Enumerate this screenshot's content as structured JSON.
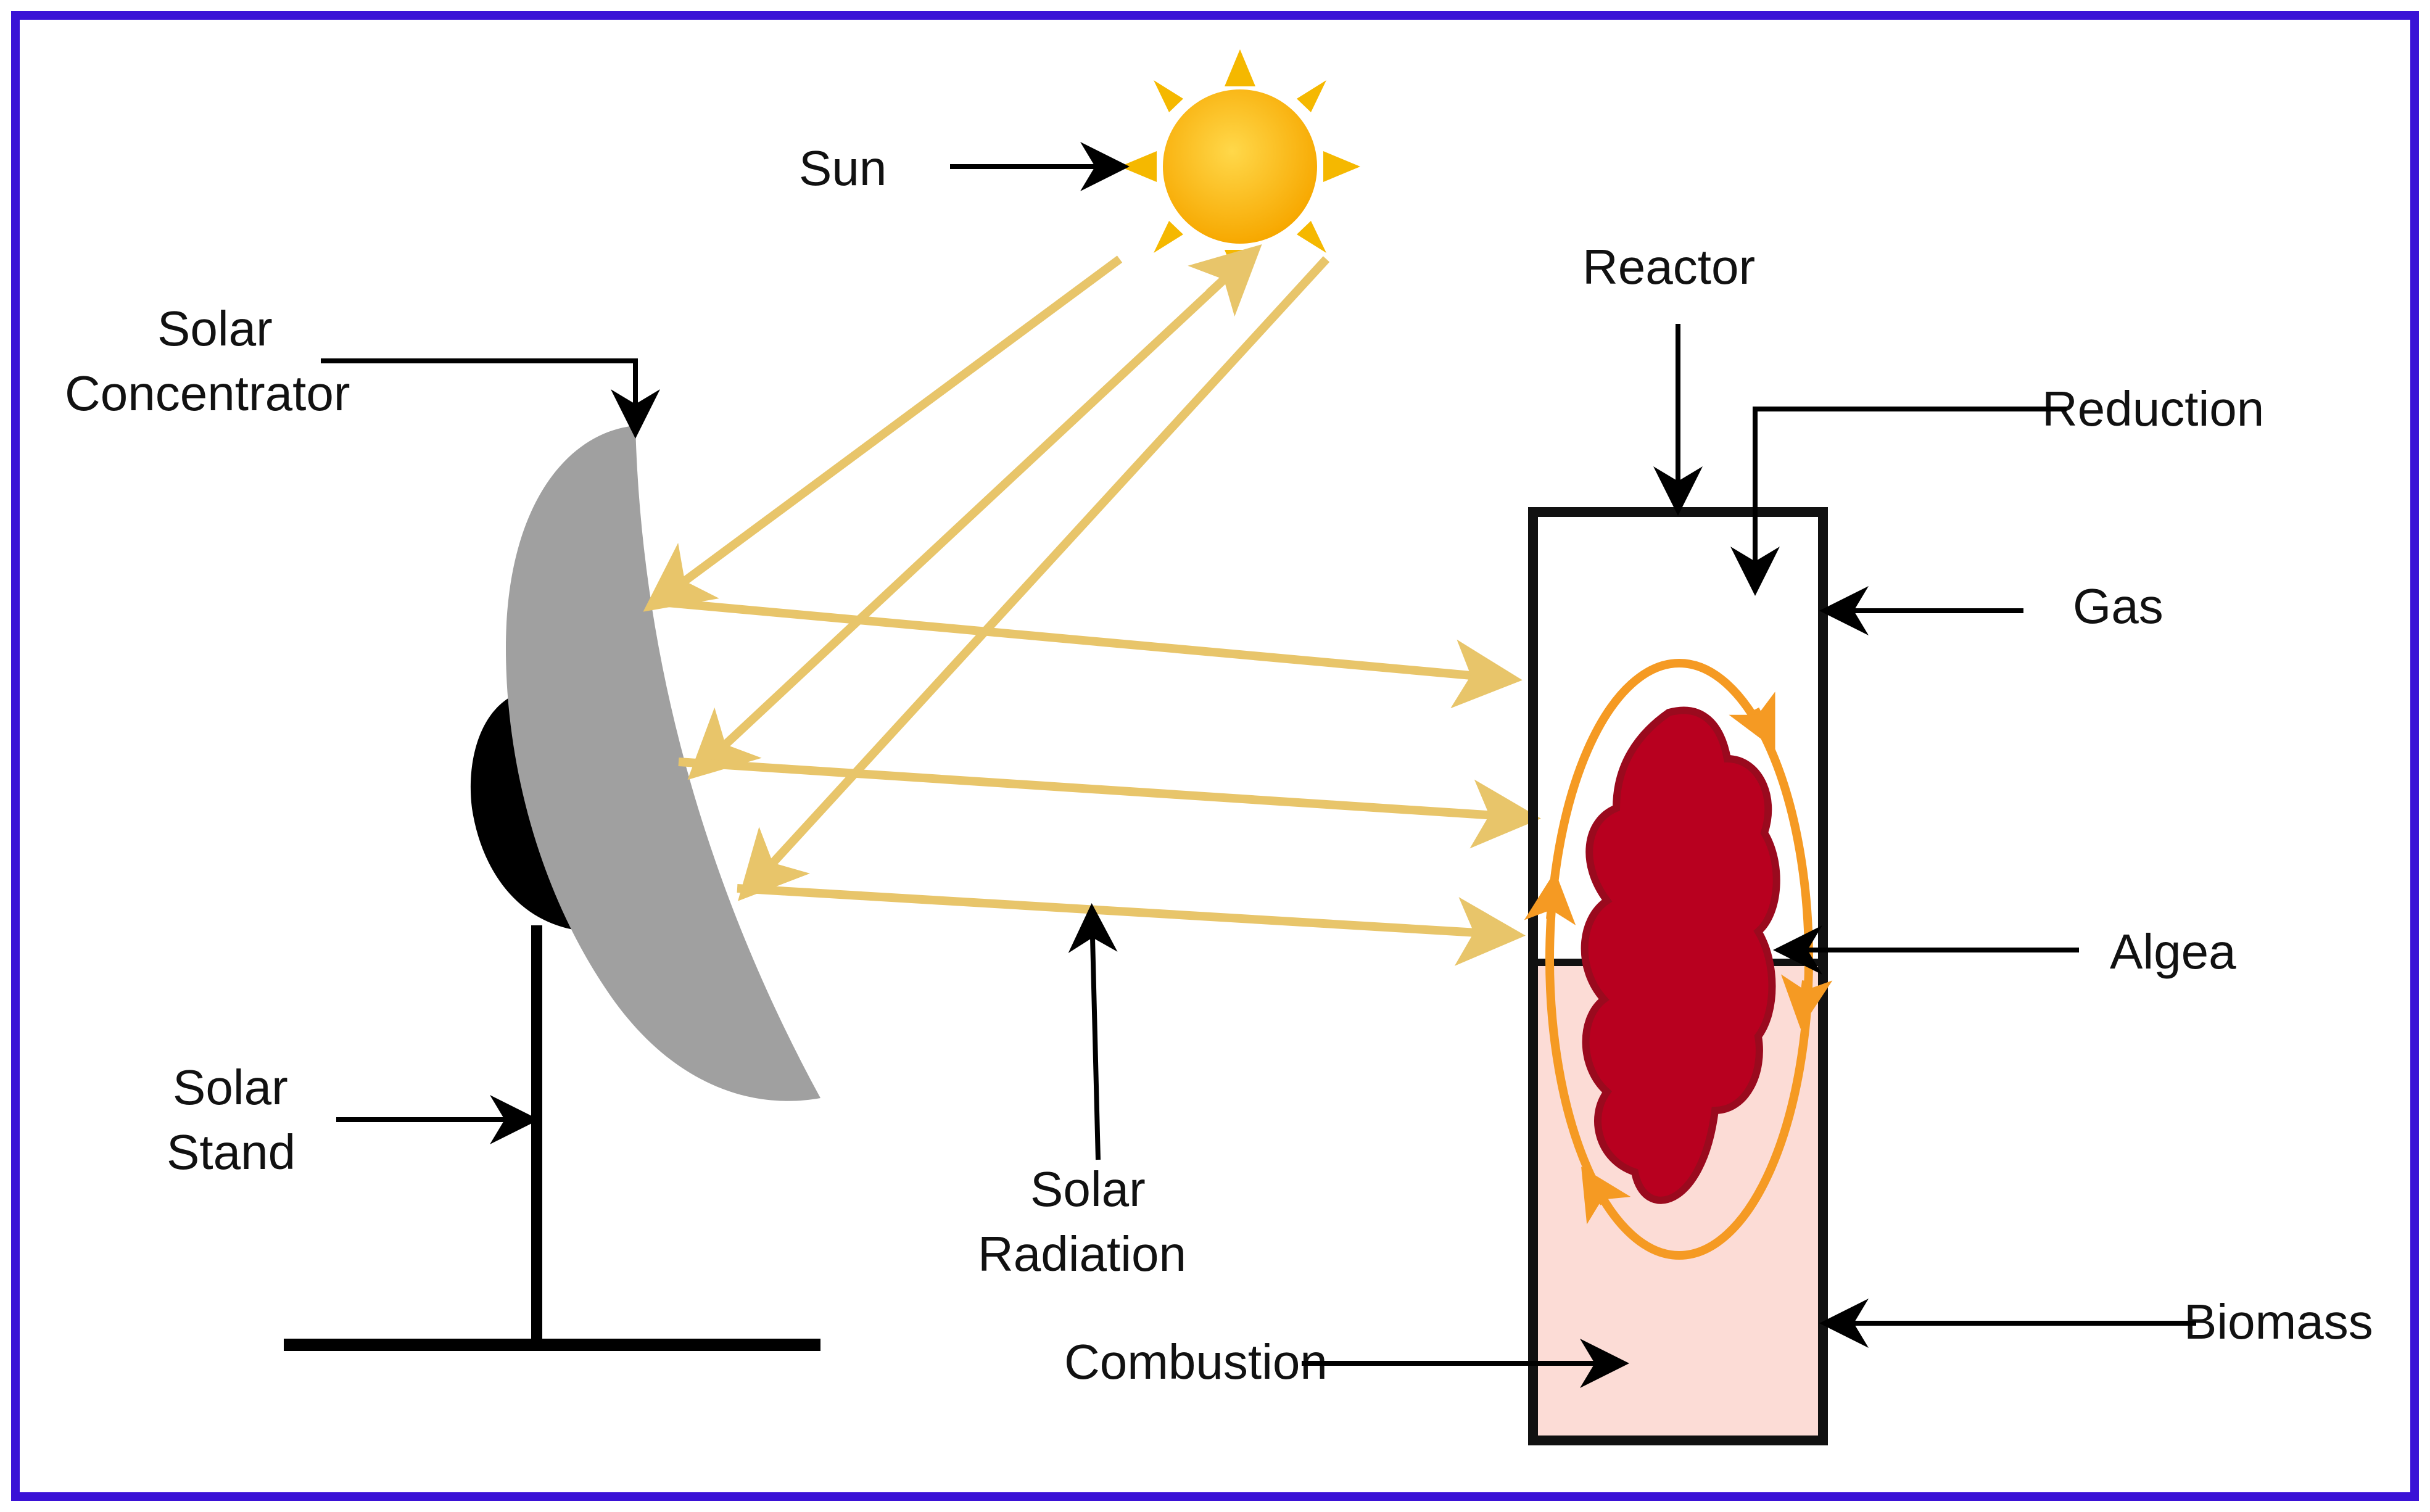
{
  "labels": {
    "sun": "Sun",
    "solar_concentrator_line1": "Solar",
    "solar_concentrator_line2": "Concentrator",
    "solar_stand_line1": "Solar",
    "solar_stand_line2": "Stand",
    "solar_radiation_line1": "Solar",
    "solar_radiation_line2": "Radiation",
    "reactor": "Reactor",
    "reduction": "Reduction",
    "gas": "Gas",
    "algea": "Algea",
    "biomass": "Biomass",
    "combustion": "Combustion"
  },
  "colors": {
    "frame": "#3a12d6",
    "sun_fill": "#ffc61a",
    "sun_ray": "#f5b800",
    "radiation": "#e8c56a",
    "concentrator": "#a0a0a0",
    "mount": "#000000",
    "algae": "#b8001f",
    "algae_outline": "#9a0a1e",
    "cycle": "#f59a23",
    "combustion_zone": "#fcdcd6"
  },
  "icons": {
    "sun": "sun-icon"
  }
}
